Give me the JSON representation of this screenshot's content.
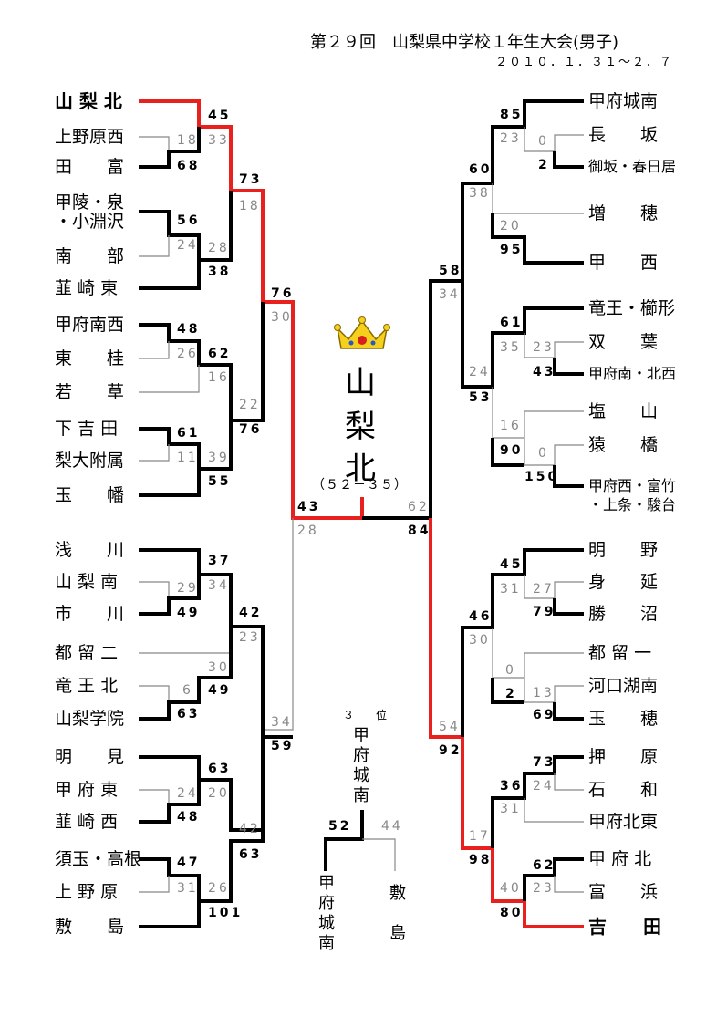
{
  "header": {
    "title": "第２９回　山梨県中学校１年生大会(男子)",
    "date": "２０１０．１．３１～２．７"
  },
  "colors": {
    "winner_path": "#e8201e",
    "winner_line": "#000000",
    "loser_line": "#888888"
  },
  "champion": {
    "name_chars": [
      "山",
      "梨",
      "北"
    ],
    "score": "（５２－３５）",
    "icon": "crown-icon"
  },
  "left_teams": [
    {
      "name": "山 梨 北",
      "hi": true
    },
    {
      "name": "上野原西"
    },
    {
      "name": "田　　富"
    },
    {
      "name": "甲陵・泉\n・小淵沢"
    },
    {
      "name": "南　　部"
    },
    {
      "name": "韮 崎 東"
    },
    {
      "name": "甲府南西"
    },
    {
      "name": "東　　桂"
    },
    {
      "name": "若　　草"
    },
    {
      "name": "下 吉 田"
    },
    {
      "name": "梨大附属"
    },
    {
      "name": "玉　　幡"
    },
    {
      "name": "浅　　川"
    },
    {
      "name": "山 梨 南"
    },
    {
      "name": "市　　川"
    },
    {
      "name": "都 留 二"
    },
    {
      "name": "竜 王 北"
    },
    {
      "name": "山梨学院"
    },
    {
      "name": "明　　見"
    },
    {
      "name": "甲 府 東"
    },
    {
      "name": "韮 崎 西"
    },
    {
      "name": "須玉・高根"
    },
    {
      "name": "上 野 原"
    },
    {
      "name": "敷　　島"
    }
  ],
  "right_teams": [
    {
      "name": "甲府城南"
    },
    {
      "name": "長　　坂"
    },
    {
      "name": "御坂・春日居"
    },
    {
      "name": "増　　穂"
    },
    {
      "name": "甲　　西"
    },
    {
      "name": "竜王・櫛形"
    },
    {
      "name": "双　　葉"
    },
    {
      "name": "甲府南・北西"
    },
    {
      "name": "塩　　山"
    },
    {
      "name": "猿　　橋"
    },
    {
      "name": "甲府西・富竹\n・上条・駿台"
    },
    {
      "name": "明　　野"
    },
    {
      "name": "身　　延"
    },
    {
      "name": "勝　　沼"
    },
    {
      "name": "都 留 一"
    },
    {
      "name": "河口湖南"
    },
    {
      "name": "玉　　穂"
    },
    {
      "name": "押　　原"
    },
    {
      "name": "石　　和"
    },
    {
      "name": "甲府北東"
    },
    {
      "name": "甲 府 北"
    },
    {
      "name": "富　　浜"
    },
    {
      "name": "吉　　田",
      "hi": true
    }
  ],
  "scores": {
    "l1": [
      "45",
      "33",
      "18",
      "68",
      "73",
      "18",
      "56",
      "24",
      "28",
      "38",
      "76",
      "30"
    ],
    "l2": [
      "48",
      "26",
      "62",
      "16",
      "22",
      "76",
      "61",
      "11",
      "39",
      "55",
      "43",
      "28"
    ],
    "l3": [
      "37",
      "34",
      "29",
      "49",
      "42",
      "23",
      "30",
      "6",
      "49",
      "63",
      "34",
      "59"
    ],
    "l4": [
      "63",
      "24",
      "20",
      "48",
      "42",
      "63",
      "47",
      "31",
      "26",
      "101"
    ],
    "r1": [
      "85",
      "23",
      "0",
      "2",
      "60",
      "38",
      "20",
      "95",
      "58",
      "34"
    ],
    "r2": [
      "61",
      "35",
      "23",
      "43",
      "24",
      "53",
      "16",
      "90",
      "0",
      "150",
      "62",
      "84"
    ],
    "r3": [
      "45",
      "31",
      "27",
      "79",
      "46",
      "30",
      "0",
      "2",
      "13",
      "69",
      "54",
      "92"
    ],
    "r4": [
      "73",
      "24",
      "36",
      "31",
      "17",
      "98",
      "62",
      "23",
      "40",
      "80"
    ]
  },
  "third_place": {
    "label": "３　位",
    "winner_chars": "甲府城南",
    "winner_score": "52",
    "loser_score": "44",
    "left_chars": "甲府城南",
    "right_chars": "敷島"
  }
}
